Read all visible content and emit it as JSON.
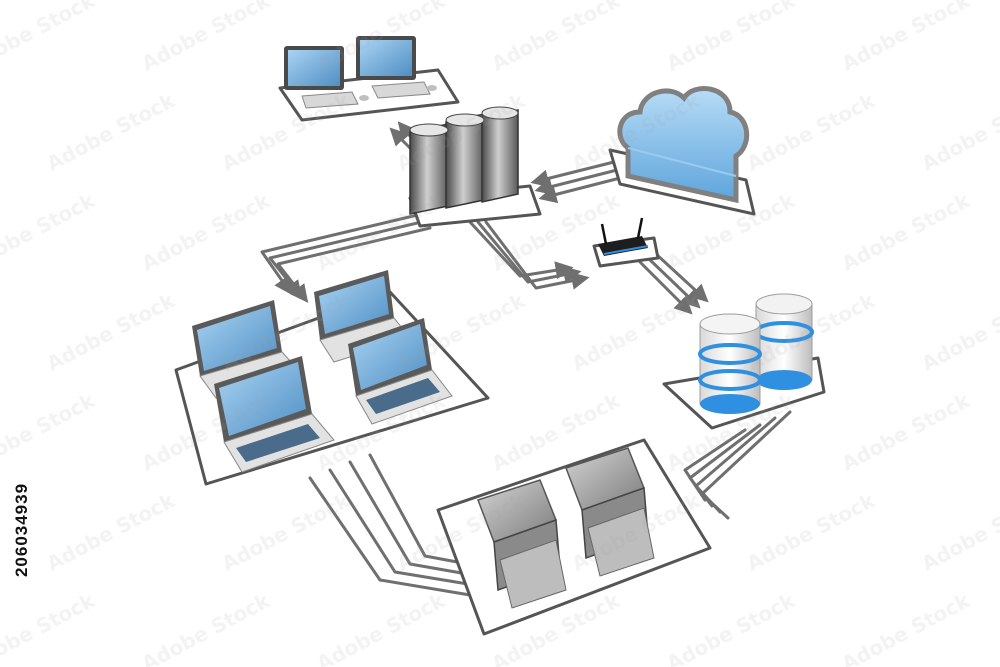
{
  "image": {
    "description": "3D rendered network diagram with desktop workstations, server tower, cloud storage, wireless router, database cylinders, laptops and printers connected by grey cable lines on white platforms",
    "stock_id": "206034939",
    "watermark_text": "Adobe Stock",
    "colors": {
      "background": "#ffffff",
      "cable": "#6f6f6f",
      "platform": "#ffffff",
      "platform_edge": "#5a5a5a",
      "screen_blue": "#7fb8e6",
      "screen_dark": "#3c6f9a",
      "cloud_blue": "#86c0ea",
      "db_ring": "#2f8fe0",
      "metal": "#9a9a9a"
    },
    "icons": [
      "desktop-icon",
      "server-icon",
      "cloud-icon",
      "router-icon",
      "database-icon",
      "laptop-icon",
      "printer-icon"
    ]
  }
}
